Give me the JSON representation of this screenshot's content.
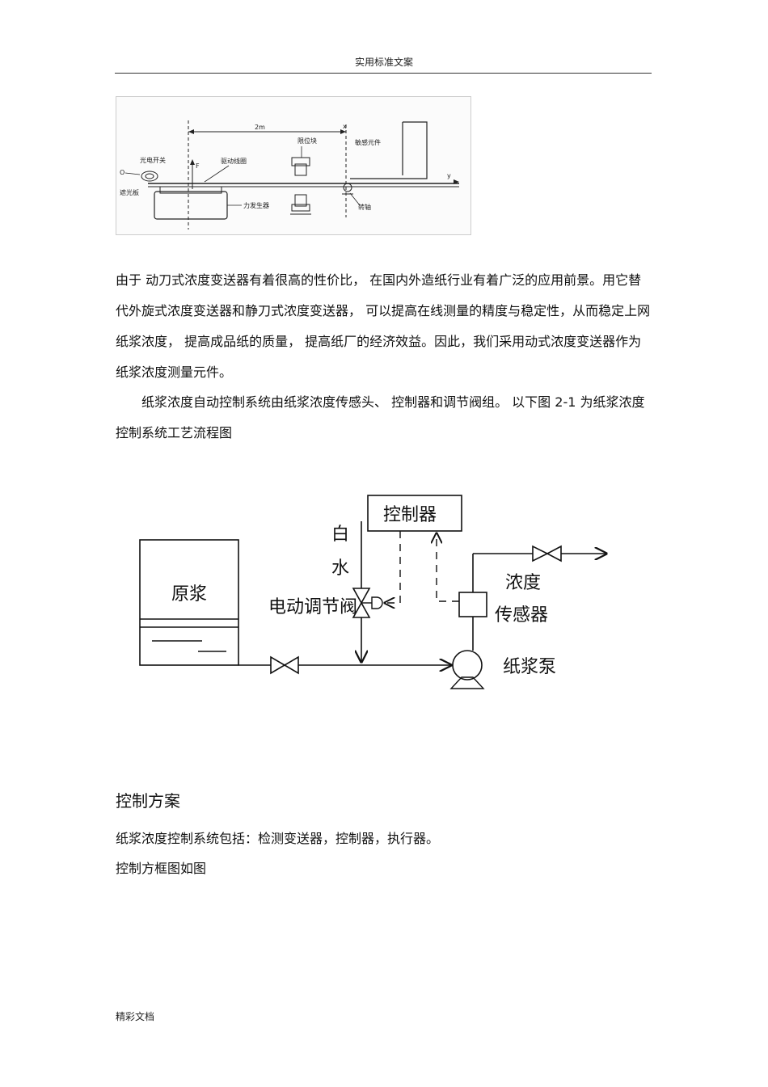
{
  "header": {
    "title": "实用标准文案"
  },
  "figure1": {
    "labels": {
      "dim": "2m",
      "x_axis": "x",
      "y_axis": "y",
      "origin": "O",
      "f": "F",
      "switch": "光电开关",
      "shade": "遮光板",
      "drive_coil": "驱动线圈",
      "limit_block": "限位块",
      "sensor": "敏感元件",
      "pivot": "转轴",
      "force_gen": "力发生器"
    }
  },
  "body": {
    "para1": "由于 动刀式浓度变送器有着很高的性价比， 在国内外造纸行业有着广泛的应用前景。用它替代外旋式浓度变送器和静刀式浓度变送器， 可以提高在线测量的精度与稳定性，从而稳定上网纸浆浓度， 提高成品纸的质量， 提高纸厂的经济效益。因此，我们采用动式浓度变送器作为纸浆浓度测量元件。",
    "para2": "纸浆浓度自动控制系统由纸浆浓度传感头、 控制器和调节阀组。 以下图 2-1 为纸浆浓度控制系统工艺流程图"
  },
  "figure2": {
    "controller": "控制器",
    "white_water_1": "白",
    "white_water_2": "水",
    "valve": "电动调节阀",
    "stock": "原浆",
    "conc_1": "浓度",
    "conc_2": "传感器",
    "pump": "纸浆泵"
  },
  "section": {
    "heading": "控制方案",
    "line1": "纸浆浓度控制系统包括：检测变送器，控制器，执行器。",
    "line2": "控制方框图如图"
  },
  "footer": {
    "text": "精彩文档"
  }
}
